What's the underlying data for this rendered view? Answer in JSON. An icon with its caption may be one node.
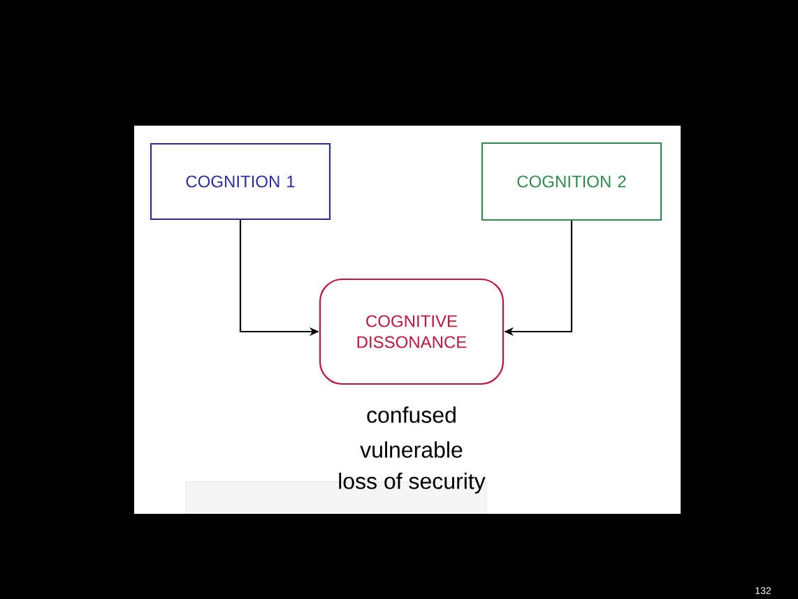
{
  "diagram": {
    "nodes": [
      {
        "text": [
          "COGNITION 1"
        ]
      },
      {
        "text": [
          "COGNITION 2"
        ]
      },
      {
        "text": [
          "COGNITIVE DISSONANCE"
        ]
      }
    ],
    "edges": [
      {
        "from": 0,
        "to": 2,
        "arrow": "to"
      },
      {
        "from": 1,
        "to": 2,
        "arrow": "to"
      }
    ],
    "labels": [
      "confused",
      "vulnerable",
      "loss of security",
      "132"
    ]
  }
}
